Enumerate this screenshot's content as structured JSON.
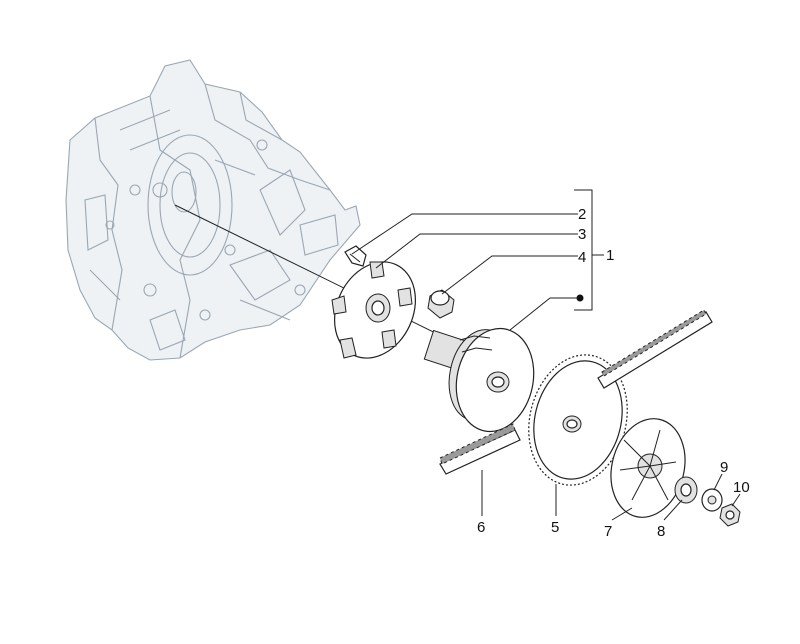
{
  "callouts": {
    "c1": "1",
    "c2": "2",
    "c3": "3",
    "c4": "4",
    "c5": "5",
    "c6": "6",
    "c7": "7",
    "c8": "8",
    "c9": "9",
    "c10": "10"
  },
  "colors": {
    "casing": "#9aa7b3",
    "ink": "#222222"
  }
}
